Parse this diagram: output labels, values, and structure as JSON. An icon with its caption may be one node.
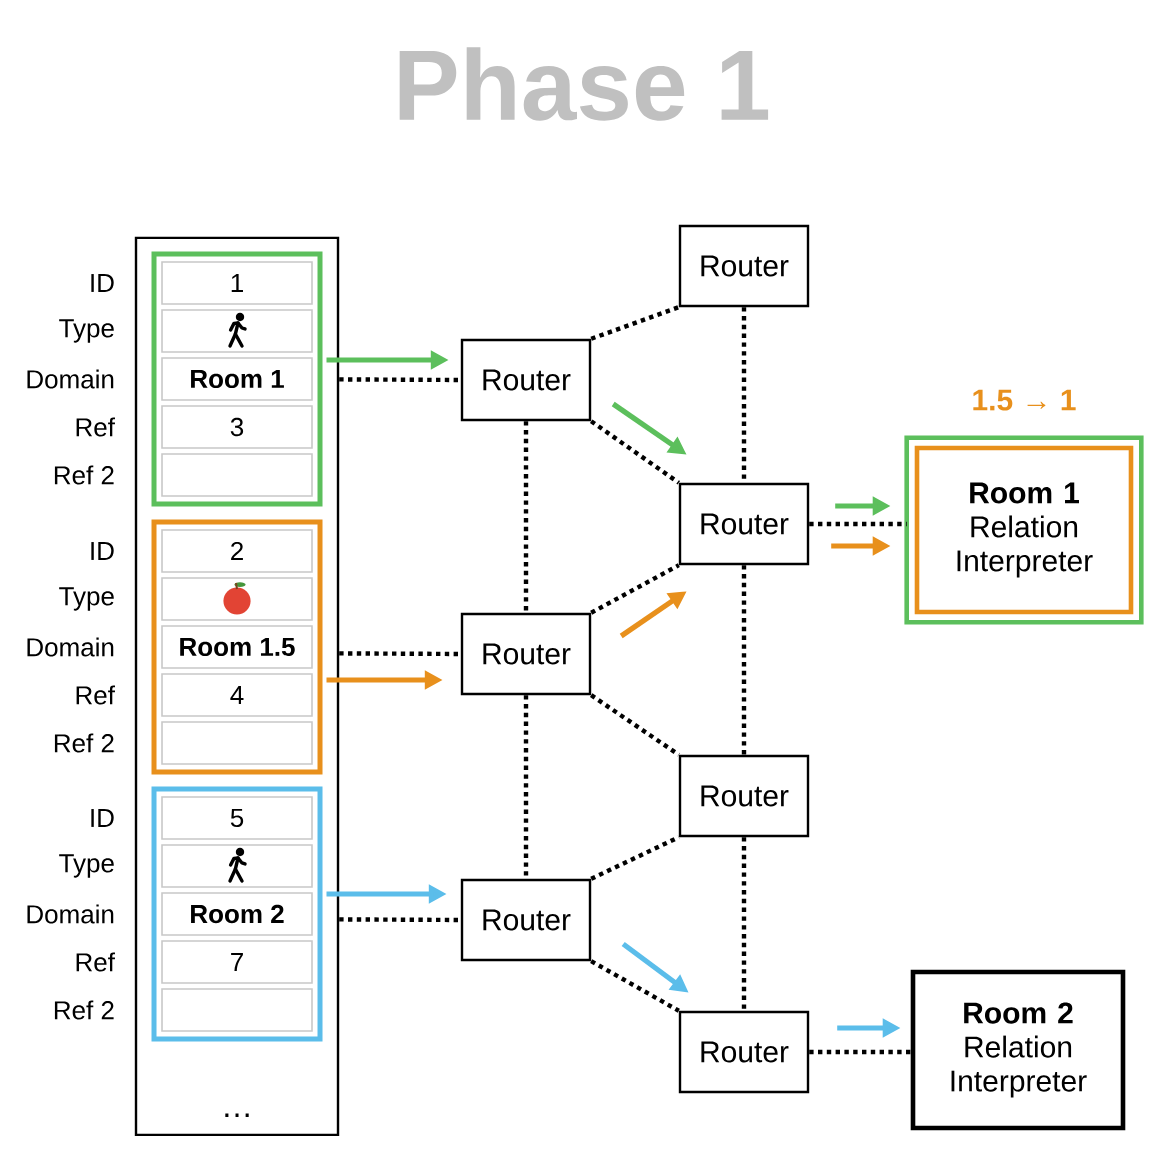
{
  "diagram": {
    "title": "Phase 1",
    "nodes": [
      {
        "text": [
          "…"
        ]
      },
      {
        "text": [],
        "shape": "box",
        "in": 0
      },
      {
        "text": [
          "1"
        ],
        "in": 1
      },
      {
        "text": [],
        "shape": "box",
        "in": 1
      },
      {
        "text": [
          "Room 1"
        ],
        "in": 1
      },
      {
        "text": [
          "3"
        ],
        "in": 1
      },
      {
        "text": [],
        "shape": "box",
        "in": 1
      },
      {
        "text": [],
        "shape": "box",
        "in": 0
      },
      {
        "text": [
          "2"
        ],
        "in": 7
      },
      {
        "text": [],
        "shape": "box",
        "in": 7
      },
      {
        "text": [
          "Room 1.5"
        ],
        "in": 7
      },
      {
        "text": [
          "4"
        ],
        "in": 7
      },
      {
        "text": [],
        "shape": "box",
        "in": 7
      },
      {
        "text": [],
        "shape": "box",
        "in": 0
      },
      {
        "text": [
          "5"
        ],
        "in": 13
      },
      {
        "text": [],
        "shape": "box",
        "in": 13
      },
      {
        "text": [
          "Room 2"
        ],
        "in": 13
      },
      {
        "text": [
          "7"
        ],
        "in": 13
      },
      {
        "text": [],
        "shape": "box",
        "in": 13
      },
      {
        "text": [
          "Router"
        ]
      },
      {
        "text": [
          "Router"
        ]
      },
      {
        "text": [
          "Router"
        ]
      },
      {
        "text": [
          "Router"
        ]
      },
      {
        "text": [
          "Router"
        ]
      },
      {
        "text": [
          "Router"
        ]
      },
      {
        "text": [
          "Router"
        ]
      },
      {
        "text": [
          "Room 1",
          "Relation Interpreter"
        ],
        "beside": [
          "1.5 → 1"
        ]
      },
      {
        "text": [
          "Room 2",
          "Relation Interpreter"
        ]
      }
    ],
    "edges": [
      {
        "from": 1,
        "to": 20,
        "arrow": "to",
        "color": "#5cbf5c"
      },
      {
        "from": 0,
        "to": 20,
        "arrow": "none",
        "style": "dashed"
      },
      {
        "from": 20,
        "to": 19,
        "arrow": "none",
        "style": "dashed"
      },
      {
        "from": 20,
        "to": 21,
        "arrow": "none",
        "style": "dashed"
      },
      {
        "from": 20,
        "to": 21,
        "arrow": "to",
        "color": "#5cbf5c"
      },
      {
        "from": 20,
        "to": 22,
        "arrow": "none",
        "style": "dashed"
      },
      {
        "from": 19,
        "to": 21,
        "arrow": "none",
        "style": "dashed"
      },
      {
        "from": 21,
        "to": 26,
        "arrow": "none",
        "style": "dashed"
      },
      {
        "from": 21,
        "to": 26,
        "arrow": "to",
        "color": "#5cbf5c"
      },
      {
        "from": 21,
        "to": 26,
        "arrow": "to",
        "color": "#e8901c"
      },
      {
        "from": 7,
        "to": 22,
        "arrow": "to",
        "color": "#e8901c"
      },
      {
        "from": 0,
        "to": 22,
        "arrow": "none",
        "style": "dashed"
      },
      {
        "from": 22,
        "to": 21,
        "arrow": "none",
        "style": "dashed"
      },
      {
        "from": 22,
        "to": 21,
        "arrow": "to",
        "color": "#e8901c"
      },
      {
        "from": 22,
        "to": 24,
        "arrow": "none",
        "style": "dashed"
      },
      {
        "from": 22,
        "to": 23,
        "arrow": "none",
        "style": "dashed"
      },
      {
        "from": 21,
        "to": 23,
        "arrow": "none",
        "style": "dashed"
      },
      {
        "from": 23,
        "to": 25,
        "arrow": "none",
        "style": "dashed"
      },
      {
        "from": 24,
        "to": 23,
        "arrow": "none",
        "style": "dashed"
      },
      {
        "from": 13,
        "to": 24,
        "arrow": "to",
        "color": "#5bbdea"
      },
      {
        "from": 0,
        "to": 24,
        "arrow": "none",
        "style": "dashed"
      },
      {
        "from": 24,
        "to": 25,
        "arrow": "none",
        "style": "dashed"
      },
      {
        "from": 24,
        "to": 25,
        "arrow": "to",
        "color": "#5bbdea"
      },
      {
        "from": 25,
        "to": 27,
        "arrow": "none",
        "style": "dashed"
      },
      {
        "from": 25,
        "to": 27,
        "arrow": "to",
        "color": "#5bbdea"
      }
    ],
    "labels": [
      "ID",
      "Type",
      "Domain",
      "Ref",
      "Ref 2",
      "ID",
      "Type",
      "Domain",
      "Ref",
      "Ref 2",
      "ID",
      "Type",
      "Domain",
      "Ref",
      "Ref 2"
    ]
  }
}
